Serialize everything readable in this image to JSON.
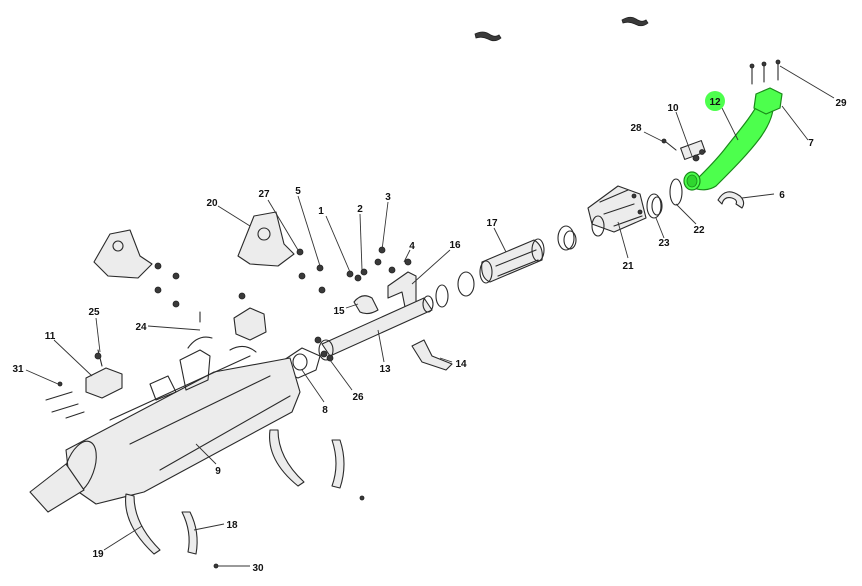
{
  "diagram": {
    "type": "exploded-parts-view",
    "highlight_color": "#4dff4d",
    "highlighted_callout": "12",
    "callouts": [
      {
        "id": "c1",
        "label": "1"
      },
      {
        "id": "c2",
        "label": "2"
      },
      {
        "id": "c3",
        "label": "3"
      },
      {
        "id": "c4",
        "label": "4"
      },
      {
        "id": "c5",
        "label": "5"
      },
      {
        "id": "c6",
        "label": "6"
      },
      {
        "id": "c7",
        "label": "7"
      },
      {
        "id": "c8",
        "label": "8"
      },
      {
        "id": "c9",
        "label": "9"
      },
      {
        "id": "c10",
        "label": "10"
      },
      {
        "id": "c11",
        "label": "11"
      },
      {
        "id": "c12",
        "label": "12"
      },
      {
        "id": "c13",
        "label": "13"
      },
      {
        "id": "c14",
        "label": "14"
      },
      {
        "id": "c15",
        "label": "15"
      },
      {
        "id": "c16",
        "label": "16"
      },
      {
        "id": "c17",
        "label": "17"
      },
      {
        "id": "c18",
        "label": "18"
      },
      {
        "id": "c19",
        "label": "19"
      },
      {
        "id": "c20",
        "label": "20"
      },
      {
        "id": "c21",
        "label": "21"
      },
      {
        "id": "c22",
        "label": "22"
      },
      {
        "id": "c23",
        "label": "23"
      },
      {
        "id": "c24",
        "label": "24"
      },
      {
        "id": "c25",
        "label": "25"
      },
      {
        "id": "c26",
        "label": "26"
      },
      {
        "id": "c27",
        "label": "27"
      },
      {
        "id": "c28",
        "label": "28"
      },
      {
        "id": "c29",
        "label": "29"
      },
      {
        "id": "c30",
        "label": "30"
      },
      {
        "id": "c31",
        "label": "31"
      }
    ]
  }
}
